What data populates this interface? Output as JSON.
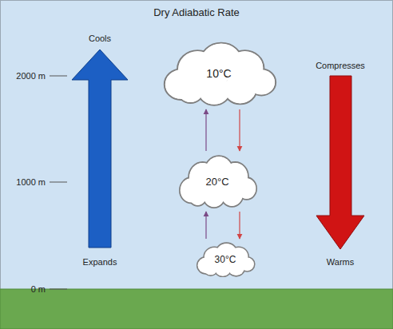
{
  "diagram": {
    "title": "Dry Adiabatic Rate",
    "nodes": [
      {
        "text": [
          "10°C"
        ]
      },
      {
        "text": [
          "20°C"
        ]
      },
      {
        "text": [
          "30°C"
        ]
      }
    ],
    "edges": [
      {
        "from": 2,
        "to": 1,
        "arrow": "to"
      },
      {
        "from": 1,
        "to": 0,
        "arrow": "to"
      },
      {
        "from": 0,
        "to": 1,
        "arrow": "to"
      },
      {
        "from": 1,
        "to": 2,
        "arrow": "to"
      }
    ],
    "labels": [
      "2000 m",
      "1000 m",
      "0 m",
      "Cools",
      "Expands",
      "Compresses",
      "Warms"
    ]
  }
}
